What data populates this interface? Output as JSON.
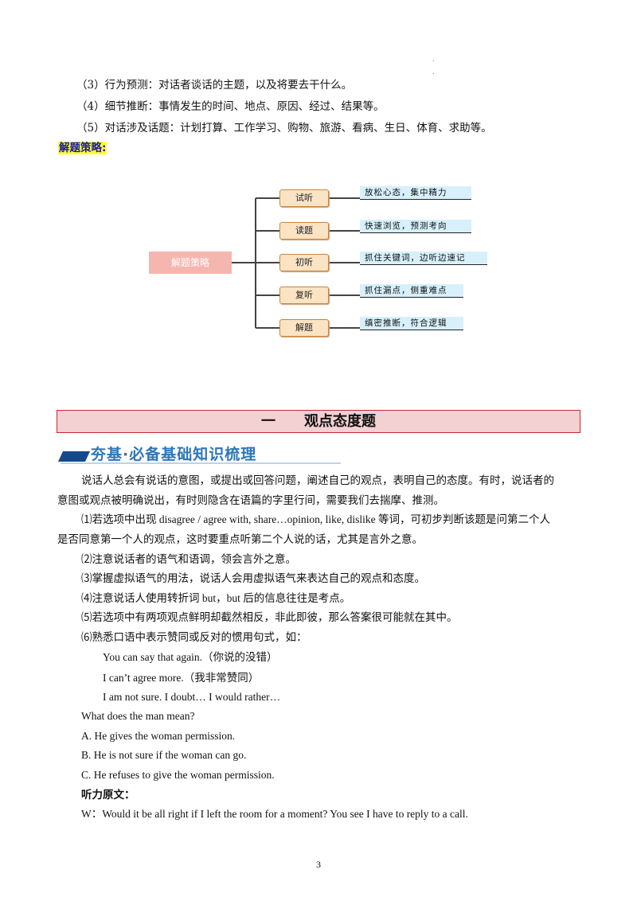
{
  "top_items": [
    "（3）行为预测：对话者谈话的主题，以及将要去干什么。",
    "（4）细节推断：事情发生的时间、地点、原因、经过、结果等。",
    "（5）对话涉及话题：计划打算、工作学习、购物、旅游、看病、生日、体育、求助等。"
  ],
  "strategy_label": "解题策略:",
  "mindmap": {
    "root": "解题策略",
    "steps": [
      {
        "label": "试听",
        "tip": "放松心态，集中精力"
      },
      {
        "label": "读题",
        "tip": "快速浏览，预测考向"
      },
      {
        "label": "初听",
        "tip": "抓住关键词，边听边速记"
      },
      {
        "label": "复听",
        "tip": "抓住漏点，侧重难点"
      },
      {
        "label": "解题",
        "tip": "缜密推断，符合逻辑"
      }
    ]
  },
  "section_title": "一　　观点态度题",
  "banner_title": "夯基·必备基础知识梳理",
  "paragraph_line1": "说话人总会有说话的意图，或提出或回答问题，阐述自己的观点，表明自己的态度。有时，说话者的",
  "paragraph_line2": "意图或观点被明确说出，有时则隐含在语篇的字里行间，需要我们去揣摩、推测。",
  "tip1_line1": "⑴若选项中出现 disagree / agree with, share…opinion, like, dislike 等词，可初步判断该题是问第二个人",
  "tip1_line2": "是否同意第一个人的观点，这时要重点听第二个人说的话，尤其是言外之意。",
  "tips": [
    "⑵注意说话者的语气和语调，领会言外之意。",
    "⑶掌握虚拟语气的用法，说话人会用虚拟语气来表达自己的观点和态度。",
    "⑷注意说话人使用转折词 but，but 后的信息往往是考点。",
    "⑸若选项中有两项观点鲜明却截然相反，非此即彼，那么答案很可能就在其中。",
    "⑹熟悉口语中表示赞同或反对的惯用句式，如："
  ],
  "examples": [
    "You can say that again.（你说的没错）",
    "I can’t agree more.（我非常赞同）",
    "I am not sure. I doubt… I would rather…"
  ],
  "question": "What does the man mean?",
  "options": [
    "A. He gives the woman permission.",
    "B. He is not sure if the woman can go.",
    "C. He refuses to give the woman permission."
  ],
  "transcript_label": "听力原文：",
  "transcript_line": "W：Would it be all right if I left the room for a moment? You see I have to reply to a call.",
  "page_number": "3"
}
